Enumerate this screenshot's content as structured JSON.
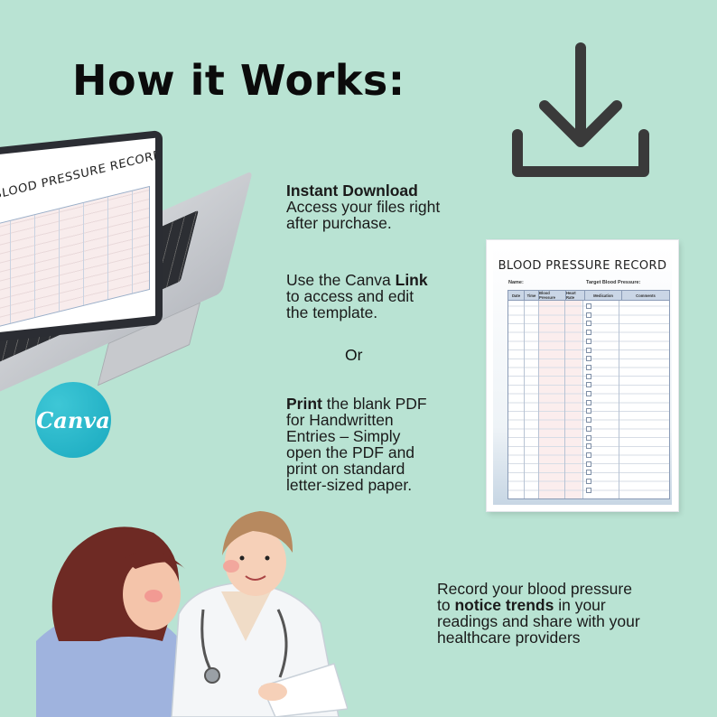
{
  "title": "How it Works:",
  "icons": {
    "download": "download-icon",
    "canva": "canva-logo"
  },
  "laptop": {
    "screen_title": "BLOOD PRESSURE RECORD"
  },
  "canva_logo_text": "Canva",
  "sections": {
    "instant_download": {
      "bold": "Instant Download",
      "line2": "Access your files right",
      "line3": "after purchase."
    },
    "canva_link": {
      "line1a": "Use the Canva ",
      "line1b": "Link",
      "line2": "to access and edit",
      "line3": "the template."
    },
    "or": "Or",
    "print": {
      "bold": "Print",
      "line1": " the blank PDF",
      "line2": "for Handwritten",
      "line3": "Entries – Simply",
      "line4": "open the PDF and",
      "line5": "print on standard",
      "line6": "letter-sized paper."
    },
    "record": {
      "line1": "Record your blood pressure",
      "line2a": "to ",
      "line2b": "notice trends",
      "line2c": " in your",
      "line3": "readings and share with your",
      "line4": "healthcare providers"
    }
  },
  "sheet": {
    "title": "BLOOD PRESSURE RECORD",
    "name_label": "Name:",
    "target_label": "Target Blood Pressure:",
    "columns": [
      "Date",
      "Time",
      "Blood Pressure",
      "Heart Rate",
      "Medication",
      "Comments"
    ]
  },
  "colors": {
    "background": "#b9e3d3",
    "canva": "#1fb3c6",
    "icon": "#3a3a3a"
  }
}
